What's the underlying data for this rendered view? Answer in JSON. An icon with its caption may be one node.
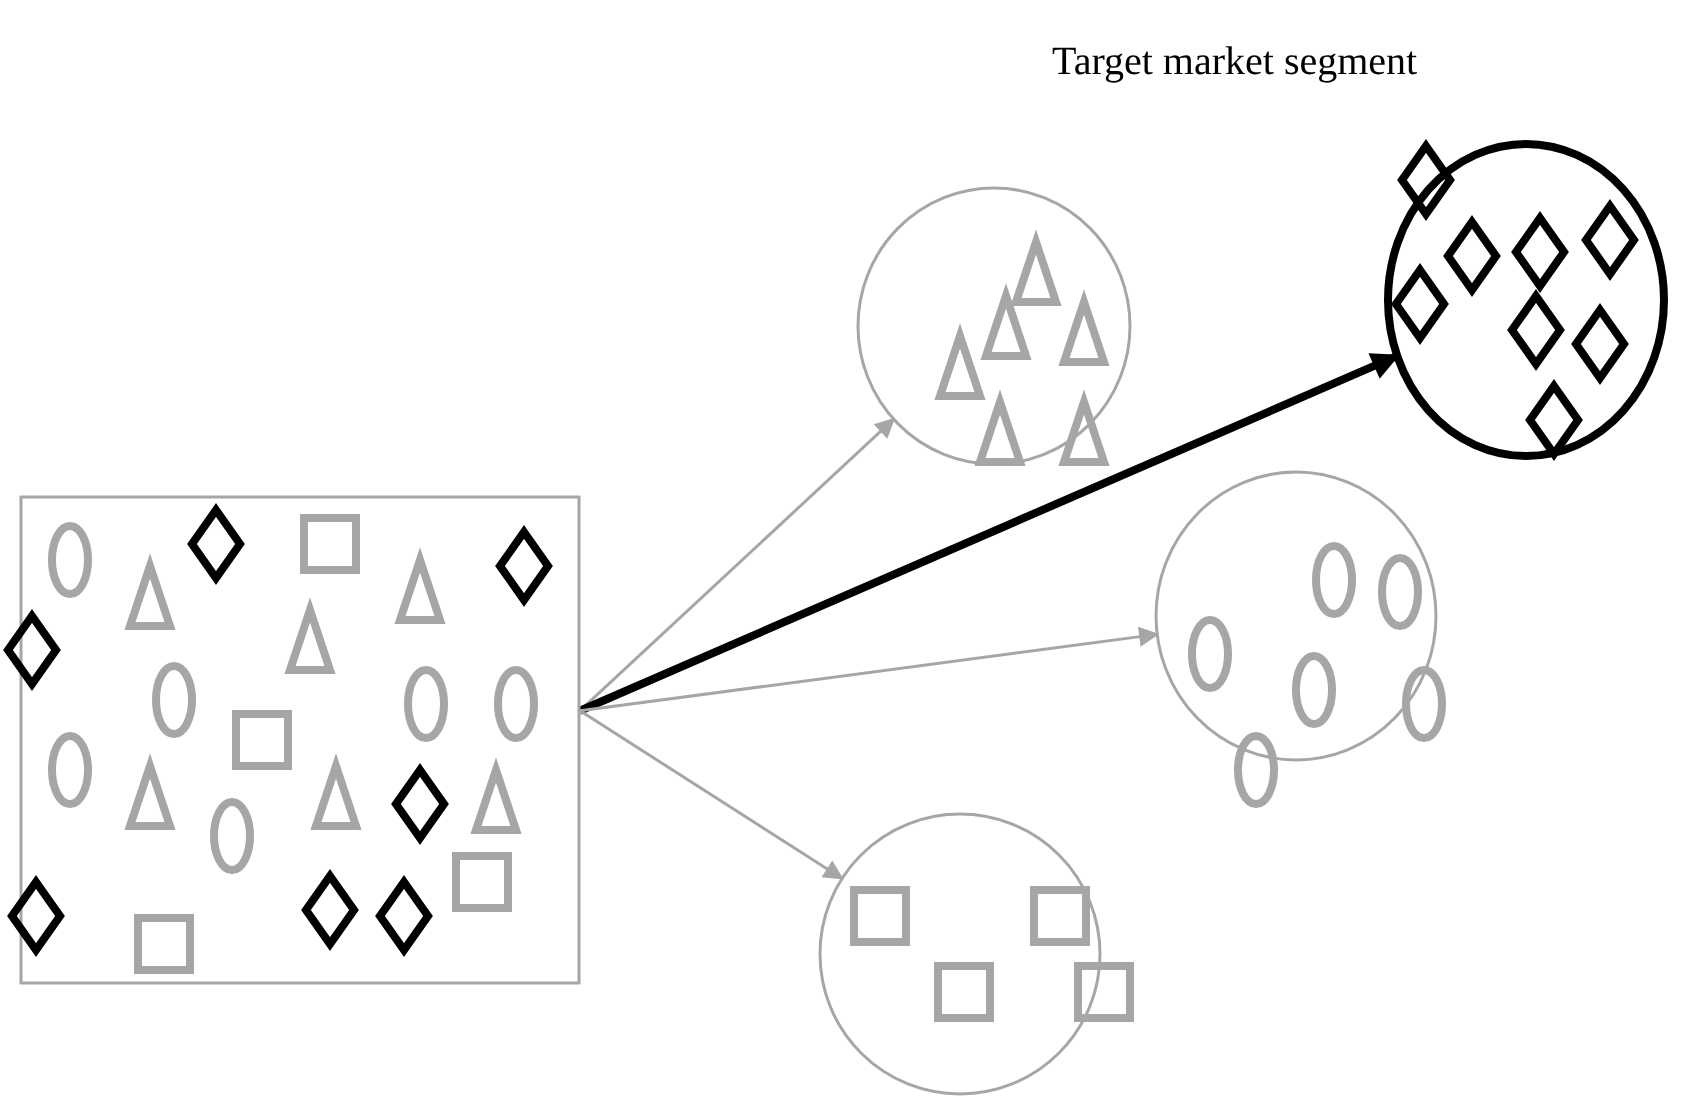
{
  "diagram": {
    "nodes": [
      {
        "text": [],
        "shape": "box"
      },
      {
        "text": [],
        "shape": "circle"
      },
      {
        "text": [
          "Target market segment"
        ]
      },
      {
        "text": [],
        "shape": "circle"
      },
      {
        "text": [],
        "shape": "circle"
      }
    ],
    "edges": [
      {
        "from": 0,
        "to": 1,
        "arrow": "to"
      },
      {
        "from": 0,
        "to": 2,
        "arrow": "to",
        "style": "thick",
        "color": "#000000"
      },
      {
        "from": 0,
        "to": 3,
        "arrow": "to"
      },
      {
        "from": 0,
        "to": 4,
        "arrow": "to"
      }
    ]
  }
}
